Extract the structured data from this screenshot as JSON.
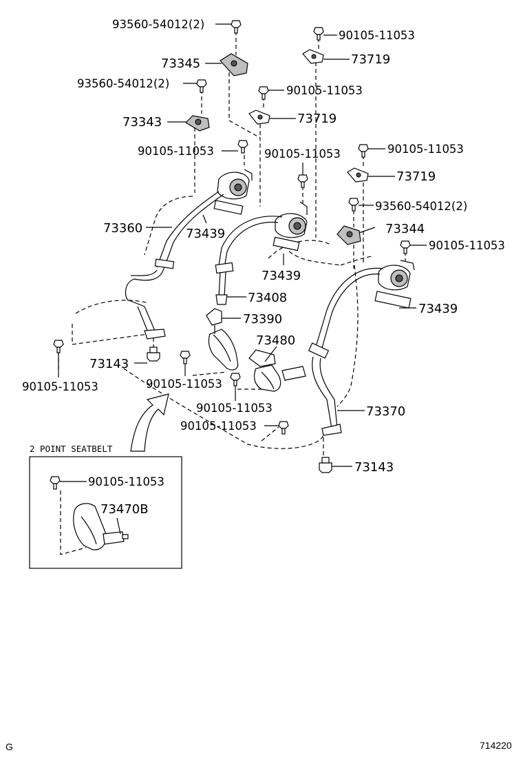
{
  "labels": {
    "p_93560_top": "93560-54012(2)",
    "p_73345": "73345",
    "p_93560_mid": "93560-54012(2)",
    "p_73343": "73343",
    "p_90105_a": "90105-11053",
    "p_90105_b": "90105-11053",
    "p_73719_a": "73719",
    "p_90105_c": "90105-11053",
    "p_73719_b": "73719",
    "p_90105_d": "90105-11053",
    "p_90105_e": "90105-11053",
    "p_73719_c": "73719",
    "p_93560_right": "93560-54012(2)",
    "p_73344": "73344",
    "p_90105_f": "90105-11053",
    "p_73360": "73360",
    "p_73439_a": "73439",
    "p_73439_b": "73439",
    "p_73439_c": "73439",
    "p_73408": "73408",
    "p_73390": "73390",
    "p_73480": "73480",
    "p_73143_a": "73143",
    "p_90105_g": "90105-11053",
    "p_90105_h": "90105-11053",
    "p_90105_i": "90105-11053",
    "p_90105_j": "90105-11053",
    "p_73370": "73370",
    "p_73143_b": "73143",
    "p_90105_k": "90105-11053",
    "p_73470b": "73470B"
  },
  "inset_title": "2 POINT SEATBELT",
  "corner_letter": "G",
  "drawing_number": "714220",
  "colors": {
    "line": "#000000",
    "fill": "#ffffff",
    "shade": "#bfbfbf"
  }
}
